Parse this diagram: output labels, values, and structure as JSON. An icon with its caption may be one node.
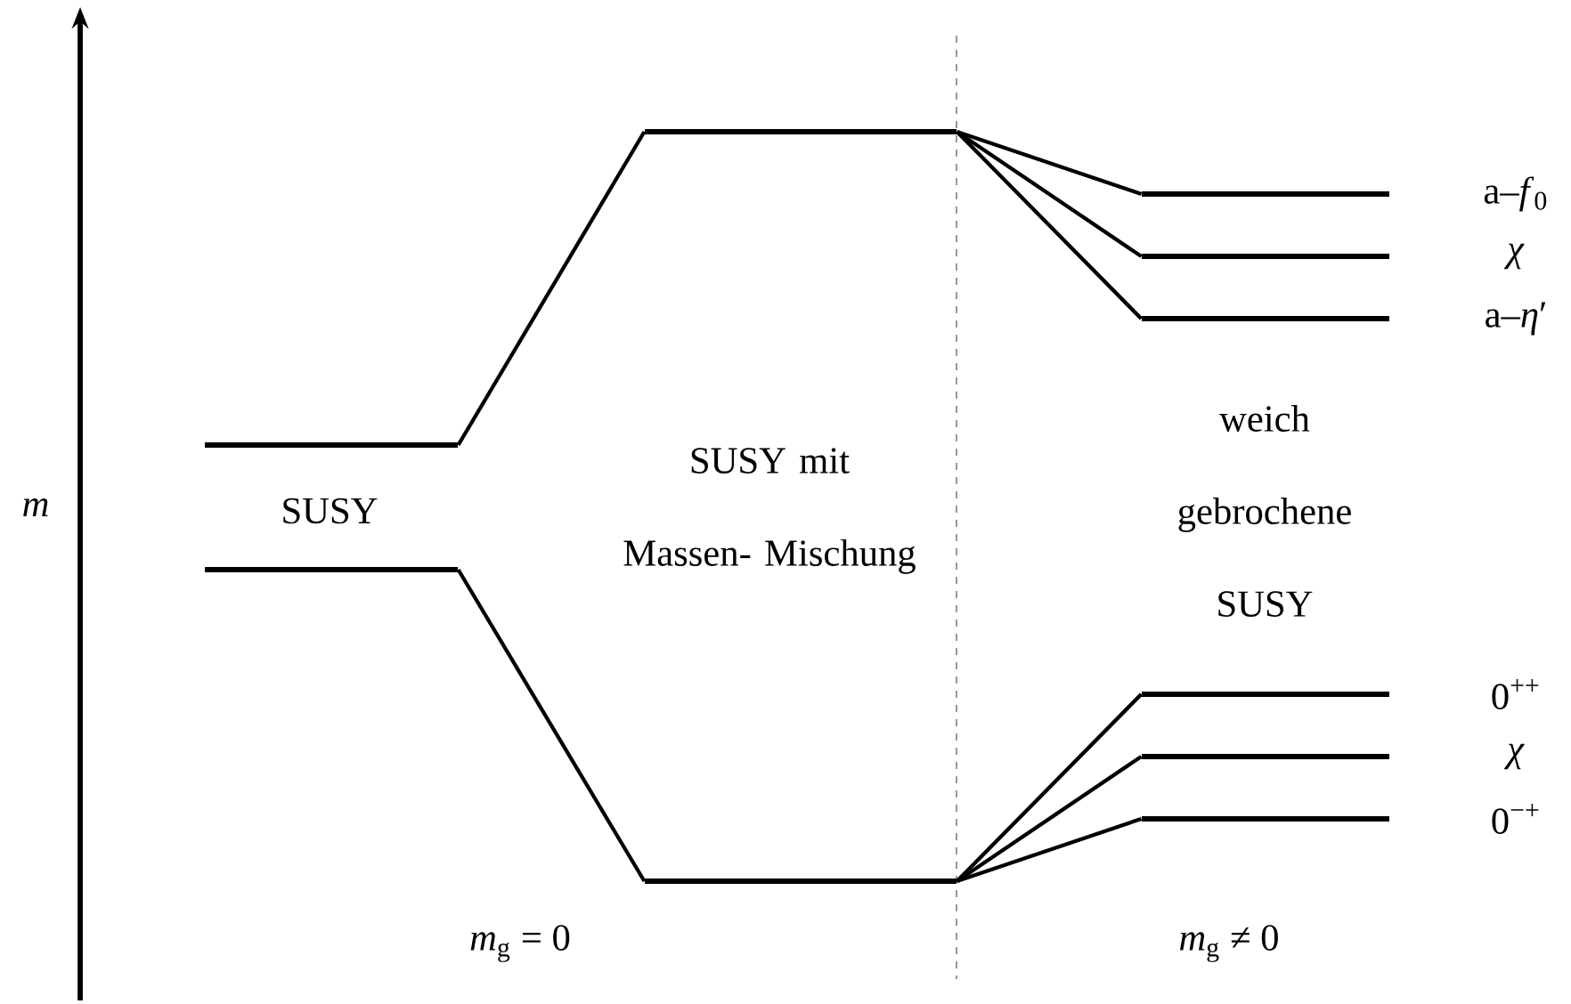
{
  "diagram": {
    "nodes": [
      {
        "text": [],
        "shape": "bar"
      },
      {
        "text": [],
        "shape": "bar"
      },
      {
        "text": [],
        "shape": "bar"
      },
      {
        "text": [],
        "shape": "bar"
      },
      {
        "text": [],
        "shape": "bar",
        "beside": [
          "a–*f*$_{0}$"
        ]
      },
      {
        "text": [],
        "shape": "bar",
        "beside": [
          "*χ*"
        ]
      },
      {
        "text": [],
        "shape": "bar",
        "beside": [
          "a–*η*′"
        ]
      },
      {
        "text": [],
        "shape": "bar",
        "beside": [
          "0$^{++}$"
        ]
      },
      {
        "text": [],
        "shape": "bar",
        "beside": [
          "*χ*"
        ]
      },
      {
        "text": [],
        "shape": "bar",
        "beside": [
          "0$^{−+}$"
        ]
      }
    ],
    "edges": [
      {
        "from": 0,
        "to": 2,
        "arrow": "none"
      },
      {
        "from": 1,
        "to": 3,
        "arrow": "none"
      },
      {
        "from": 2,
        "to": 4,
        "arrow": "none"
      },
      {
        "from": 2,
        "to": 5,
        "arrow": "none"
      },
      {
        "from": 2,
        "to": 6,
        "arrow": "none"
      },
      {
        "from": 3,
        "to": 7,
        "arrow": "none"
      },
      {
        "from": 3,
        "to": 8,
        "arrow": "none"
      },
      {
        "from": 3,
        "to": 9,
        "arrow": "none"
      }
    ],
    "labels": [
      "*m*",
      "SUSY",
      "SUSY mit Massen- Mischung",
      "weich gebrochene SUSY",
      "*m*$_{g}$ = 0",
      "*m*$_{g}$ ≠ 0"
    ]
  }
}
